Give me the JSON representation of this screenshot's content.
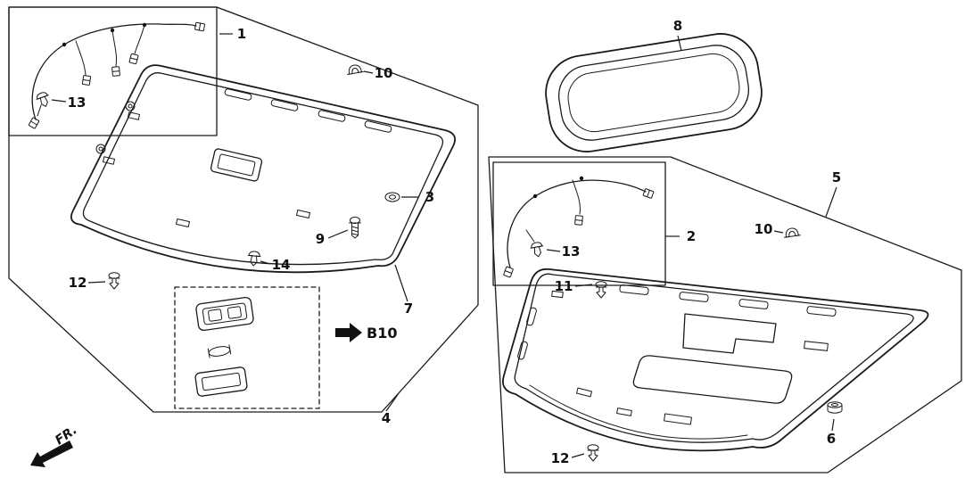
{
  "meta": {
    "background_color": "#ffffff",
    "line_color": "#1a1a1a",
    "text_color": "#111111"
  },
  "labels": {
    "detail_ref": "B10",
    "front_direction": "FR."
  },
  "icons": {
    "b10_arrow": "right-block-arrow",
    "fr_arrow": "southwest-block-arrow"
  },
  "callouts": {
    "part1": "1",
    "part2": "2",
    "part3": "3",
    "part4": "4",
    "part5": "5",
    "part6": "6",
    "part7": "7",
    "part8": "8",
    "part9": "9",
    "part10_left": "10",
    "part10_right": "10",
    "part11": "11",
    "part12_left": "12",
    "part12_right": "12",
    "part13_left": "13",
    "part13_right": "13",
    "part14": "14"
  }
}
